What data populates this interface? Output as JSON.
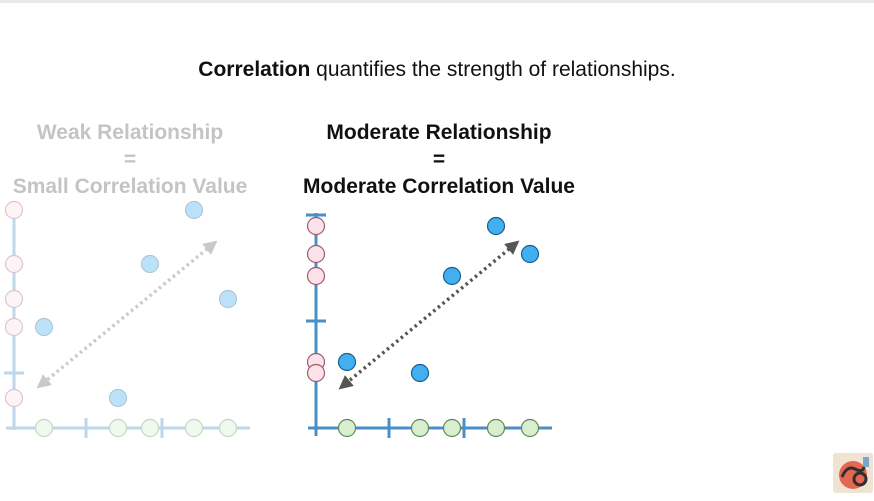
{
  "headline": {
    "bold": "Correlation",
    "rest": " quantifies the strength of relationships."
  },
  "panels": {
    "weak": {
      "line1": "Weak Relationship",
      "line2": "=",
      "line3": "Small Correlation Value"
    },
    "moderate": {
      "line1": "Moderate Relationship",
      "line2": "=",
      "line3": "Moderate Correlation Value"
    }
  },
  "colors": {
    "axis": "#4a8fc6",
    "point_fill": "#42aff0",
    "point_stroke": "#1a5f8c",
    "x_marker_fill": "#d7efcf",
    "y_marker_fill": "#fbe2ea",
    "arrow": "#666666",
    "faded_opacity": 0.35
  },
  "logo": {
    "icon": "statquest-logo-icon"
  }
}
